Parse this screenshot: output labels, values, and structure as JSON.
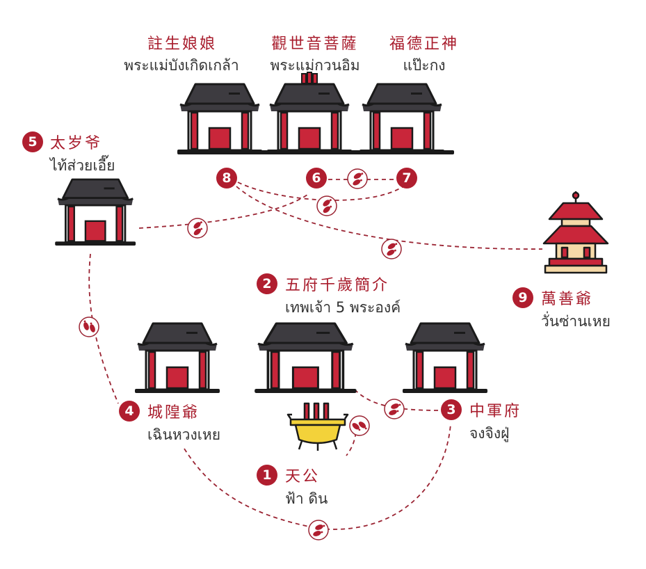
{
  "colors": {
    "accent": "#b01e2f",
    "roof": "#3d3b40",
    "gold": "#f3d23a"
  },
  "stops": [
    {
      "number": "1",
      "chinese": "天公",
      "thai": "ฟ้า ดิน"
    },
    {
      "number": "2",
      "chinese": "五府千歲簡介",
      "thai": "เทพเจ้า 5 พระองค์"
    },
    {
      "number": "3",
      "chinese": "中軍府",
      "thai": "จงจิงฝู่"
    },
    {
      "number": "4",
      "chinese": "城隍爺",
      "thai": "เฉินหวงเหย"
    },
    {
      "number": "5",
      "chinese": "太岁爷",
      "thai": "ไท้ส่วยเอี๊ย"
    },
    {
      "number": "6",
      "chinese": "觀世音菩薩",
      "thai": "พระแม่กวนอิม"
    },
    {
      "number": "7",
      "chinese": "福德正神",
      "thai": "แป๊ะกง"
    },
    {
      "number": "8",
      "chinese": "註生娘娘",
      "thai": "พระแม่บังเกิดเกล้า"
    },
    {
      "number": "9",
      "chinese": "萬善爺",
      "thai": "วั่นซ่านเหย"
    }
  ],
  "icons": [
    "shrine-icon",
    "pagoda-icon",
    "incense-burner-icon",
    "footprints-icon"
  ]
}
